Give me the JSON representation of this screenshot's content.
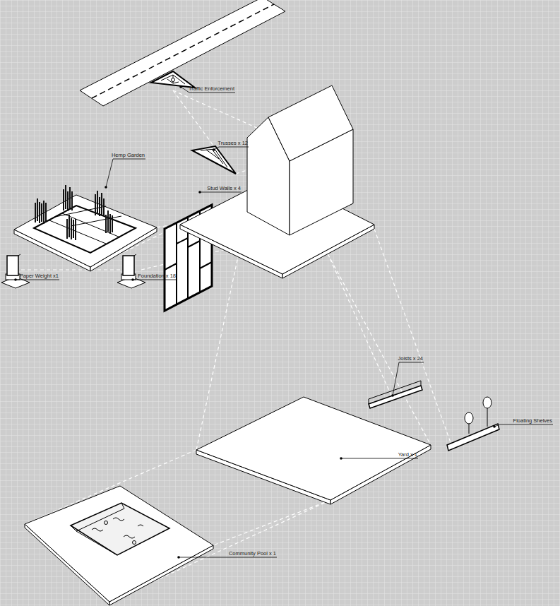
{
  "diagram": {
    "labels": [
      "Traffic Enforcement",
      "Trusses x 12",
      "Hemp Garden",
      "Stud Walls x 4",
      "Paper Weight x1",
      "Foundation x 18",
      "Joists x 24",
      "Floating Shelves",
      "Yard x 1",
      "Community Pool x 1"
    ]
  }
}
